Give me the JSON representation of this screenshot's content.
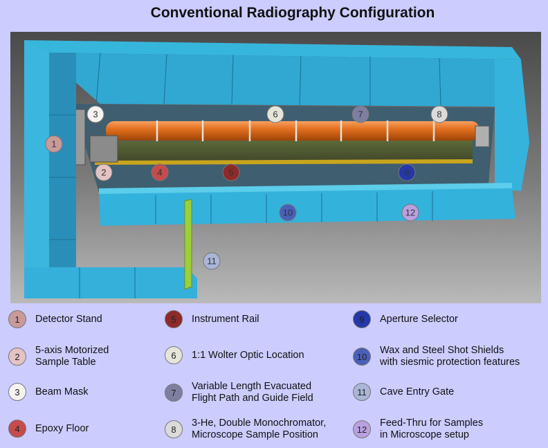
{
  "title": "Conventional Radiography Configuration",
  "markers": {
    "m1": "1",
    "m2": "2",
    "m3": "3",
    "m4": "4",
    "m5": "5",
    "m6": "6",
    "m7": "7",
    "m8": "8",
    "m9": "9",
    "m10": "10",
    "m11": "11",
    "m12": "12"
  },
  "legend": [
    {
      "num": "1",
      "label": "Detector Stand",
      "color": "#c99a9a"
    },
    {
      "num": "2",
      "label": "5-axis Motorized\nSample Table",
      "color": "#e3c3c3"
    },
    {
      "num": "3",
      "label": "Beam Mask",
      "color": "#f5f2ef"
    },
    {
      "num": "4",
      "label": "Epoxy Floor",
      "color": "#c64b4b"
    },
    {
      "num": "5",
      "label": "Instrument Rail",
      "color": "#8e2a2a"
    },
    {
      "num": "6",
      "label": "1:1 Wolter Optic Location",
      "color": "#e6e5da"
    },
    {
      "num": "7",
      "label": "Variable Length Evacuated\nFlight Path and Guide Field",
      "color": "#7e7fa0"
    },
    {
      "num": "8",
      "label": "3-He, Double Monochromator,\nMicroscope Sample Position",
      "color": "#dcdbdc"
    },
    {
      "num": "9",
      "label": "Aperture Selector",
      "color": "#2438a8"
    },
    {
      "num": "10",
      "label": "Wax and Steel Shot Shields\nwith siesmic protection features",
      "color": "#4a5fb8"
    },
    {
      "num": "11",
      "label": "Cave Entry Gate",
      "color": "#aab6d8"
    },
    {
      "num": "12",
      "label": "Feed-Thru for Samples\nin Microscope setup",
      "color": "#b9a1e0"
    }
  ]
}
